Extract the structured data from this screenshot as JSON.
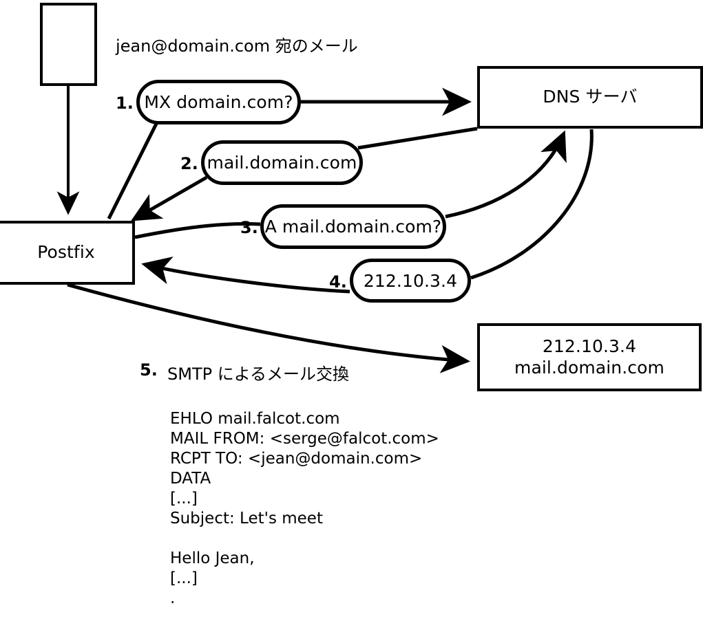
{
  "diagram": {
    "header_caption": "jean@domain.com 宛のメール",
    "nodes": {
      "empty_box": {
        "label": ""
      },
      "dns_server": {
        "label": "DNS サーバ"
      },
      "postfix": {
        "label": "Postfix"
      },
      "mail_server": {
        "line1": "212.10.3.4",
        "line2": "mail.domain.com"
      }
    },
    "steps": [
      {
        "number": "1.",
        "text": "MX domain.com?"
      },
      {
        "number": "2.",
        "text": "mail.domain.com"
      },
      {
        "number": "3.",
        "text": "A mail.domain.com?"
      },
      {
        "number": "4.",
        "text": "212.10.3.4"
      },
      {
        "number": "5.",
        "text": "SMTP によるメール交換"
      }
    ],
    "smtp_transcript": [
      "EHLO mail.falcot.com",
      "MAIL FROM: <serge@falcot.com>",
      "RCPT TO: <jean@domain.com>",
      "DATA",
      "[...]",
      "Subject: Let's meet",
      "",
      "Hello Jean,",
      "[...]",
      "."
    ],
    "colors": {
      "stroke": "#000000",
      "background": "#ffffff",
      "text": "#000000"
    }
  }
}
